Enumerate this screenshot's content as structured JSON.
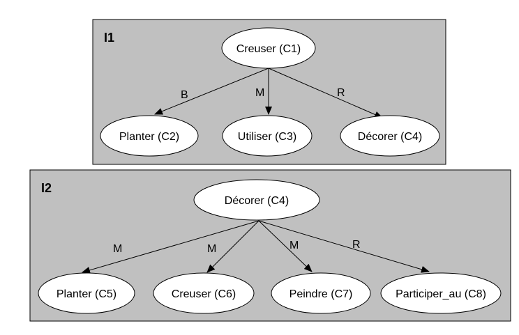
{
  "diagrams": [
    {
      "title": "I1",
      "nodes": [
        {
          "id": "c1",
          "label": "Creuser (C1)"
        },
        {
          "id": "c2",
          "label": "Planter (C2)"
        },
        {
          "id": "c3",
          "label": "Utiliser (C3)"
        },
        {
          "id": "c4",
          "label": "Décorer (C4)"
        }
      ],
      "edges": [
        {
          "from": "c1",
          "to": "c2",
          "label": "B"
        },
        {
          "from": "c1",
          "to": "c3",
          "label": "M"
        },
        {
          "from": "c1",
          "to": "c4",
          "label": "R"
        }
      ]
    },
    {
      "title": "I2",
      "nodes": [
        {
          "id": "c4b",
          "label": "Décorer (C4)"
        },
        {
          "id": "c5",
          "label": "Planter (C5)"
        },
        {
          "id": "c6",
          "label": "Creuser (C6)"
        },
        {
          "id": "c7",
          "label": "Peindre (C7)"
        },
        {
          "id": "c8",
          "label": "Participer_au (C8)"
        }
      ],
      "edges": [
        {
          "from": "c4b",
          "to": "c5",
          "label": "M"
        },
        {
          "from": "c4b",
          "to": "c6",
          "label": "M"
        },
        {
          "from": "c4b",
          "to": "c7",
          "label": "M"
        },
        {
          "from": "c4b",
          "to": "c8",
          "label": "R"
        }
      ]
    }
  ]
}
